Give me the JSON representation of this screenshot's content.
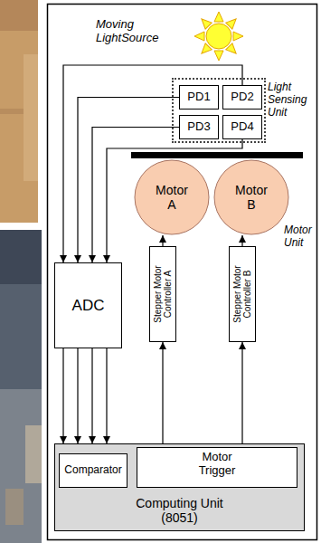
{
  "diagram": {
    "nodes": [
      {
        "text": [
          "Light Sensing Unit"
        ]
      },
      {
        "text": [
          "PD1"
        ],
        "in": 0
      },
      {
        "text": [
          "PD2"
        ],
        "in": 0
      },
      {
        "text": [
          "PD3"
        ],
        "in": 0
      },
      {
        "text": [
          "PD4"
        ],
        "in": 0
      },
      {
        "text": [
          "Motor A"
        ]
      },
      {
        "text": [
          "Motor B"
        ]
      },
      {
        "text": [
          "ADC"
        ]
      },
      {
        "text": [
          "Stepper Motor Controller A"
        ]
      },
      {
        "text": [
          "Stepper Motor Controller B"
        ]
      },
      {
        "text": [
          "Computing Unit (8051)"
        ]
      },
      {
        "text": [
          "Comparator"
        ],
        "in": 10
      },
      {
        "text": [
          "Motor Trigger"
        ],
        "in": 10
      }
    ],
    "edges": [
      {
        "from": 1,
        "to": 7,
        "arrow": "to"
      },
      {
        "from": 2,
        "to": 7,
        "arrow": "to"
      },
      {
        "from": 3,
        "to": 7,
        "arrow": "to"
      },
      {
        "from": 4,
        "to": 7,
        "arrow": "to"
      },
      {
        "from": 7,
        "to": 10,
        "arrow": "to"
      },
      {
        "from": 7,
        "to": 10,
        "arrow": "to"
      },
      {
        "from": 7,
        "to": 10,
        "arrow": "to"
      },
      {
        "from": 7,
        "to": 10,
        "arrow": "to"
      },
      {
        "from": 12,
        "to": 8,
        "arrow": "to"
      },
      {
        "from": 12,
        "to": 9,
        "arrow": "to"
      },
      {
        "from": 8,
        "to": 5,
        "arrow": "to"
      },
      {
        "from": 9,
        "to": 6,
        "arrow": "to"
      }
    ],
    "labels": [
      "Moving LightSource",
      "Motor Unit"
    ]
  }
}
